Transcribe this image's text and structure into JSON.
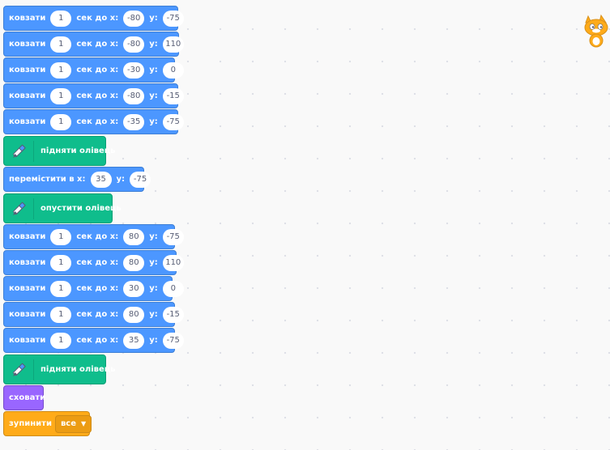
{
  "labels": {
    "glide": "ковзати",
    "sec_to_x": "сек до x:",
    "y": "y:",
    "pen_up": "підняти олівець",
    "pen_down": "опустити олівець",
    "goto_x": "перемістити в x:",
    "hide": "сховати",
    "stop": "зупинити",
    "stop_option": "все"
  },
  "blocks": [
    {
      "type": "glide",
      "secs": "1",
      "x": "-80",
      "y": "-75"
    },
    {
      "type": "glide",
      "secs": "1",
      "x": "-80",
      "y": "110"
    },
    {
      "type": "glide",
      "secs": "1",
      "x": "-30",
      "y": "0"
    },
    {
      "type": "glide",
      "secs": "1",
      "x": "-80",
      "y": "-15"
    },
    {
      "type": "glide",
      "secs": "1",
      "x": "-35",
      "y": "-75"
    },
    {
      "type": "pen_up"
    },
    {
      "type": "goto",
      "x": "35",
      "y": "-75"
    },
    {
      "type": "pen_down"
    },
    {
      "type": "glide",
      "secs": "1",
      "x": "80",
      "y": "-75"
    },
    {
      "type": "glide",
      "secs": "1",
      "x": "80",
      "y": "110"
    },
    {
      "type": "glide",
      "secs": "1",
      "x": "30",
      "y": "0"
    },
    {
      "type": "glide",
      "secs": "1",
      "x": "80",
      "y": "-15"
    },
    {
      "type": "glide",
      "secs": "1",
      "x": "35",
      "y": "-75"
    },
    {
      "type": "pen_up"
    },
    {
      "type": "hide"
    },
    {
      "type": "stop"
    }
  ],
  "colors": {
    "motion": "#4c97ff",
    "pen": "#0fbd8c",
    "looks": "#9966ff",
    "control": "#ffab19"
  },
  "icons": {
    "pen": "pencil-icon",
    "mascot": "scratch-cat-icon"
  }
}
